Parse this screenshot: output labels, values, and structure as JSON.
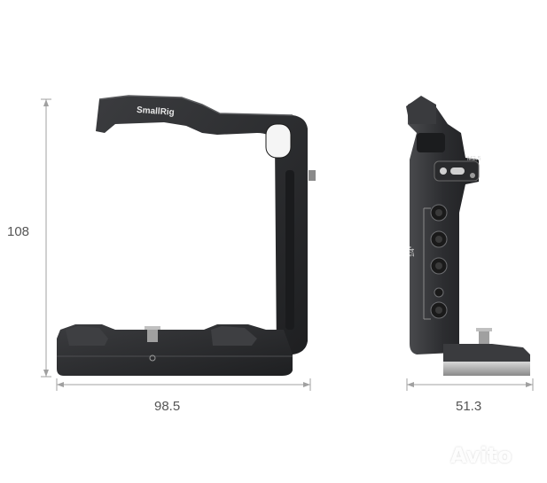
{
  "product": {
    "brand_logo": "SmallRig",
    "colors": {
      "metal": "#2a2b2d",
      "metal_highlight": "#4a4b4e",
      "dimension_line": "#9a9a9a"
    }
  },
  "dimensions": {
    "height": "108",
    "width": "98.5",
    "depth": "51.3"
  },
  "side_markings": {
    "screw_label": "M2.5",
    "thread_label": "1/4\""
  },
  "watermark": "Avito"
}
